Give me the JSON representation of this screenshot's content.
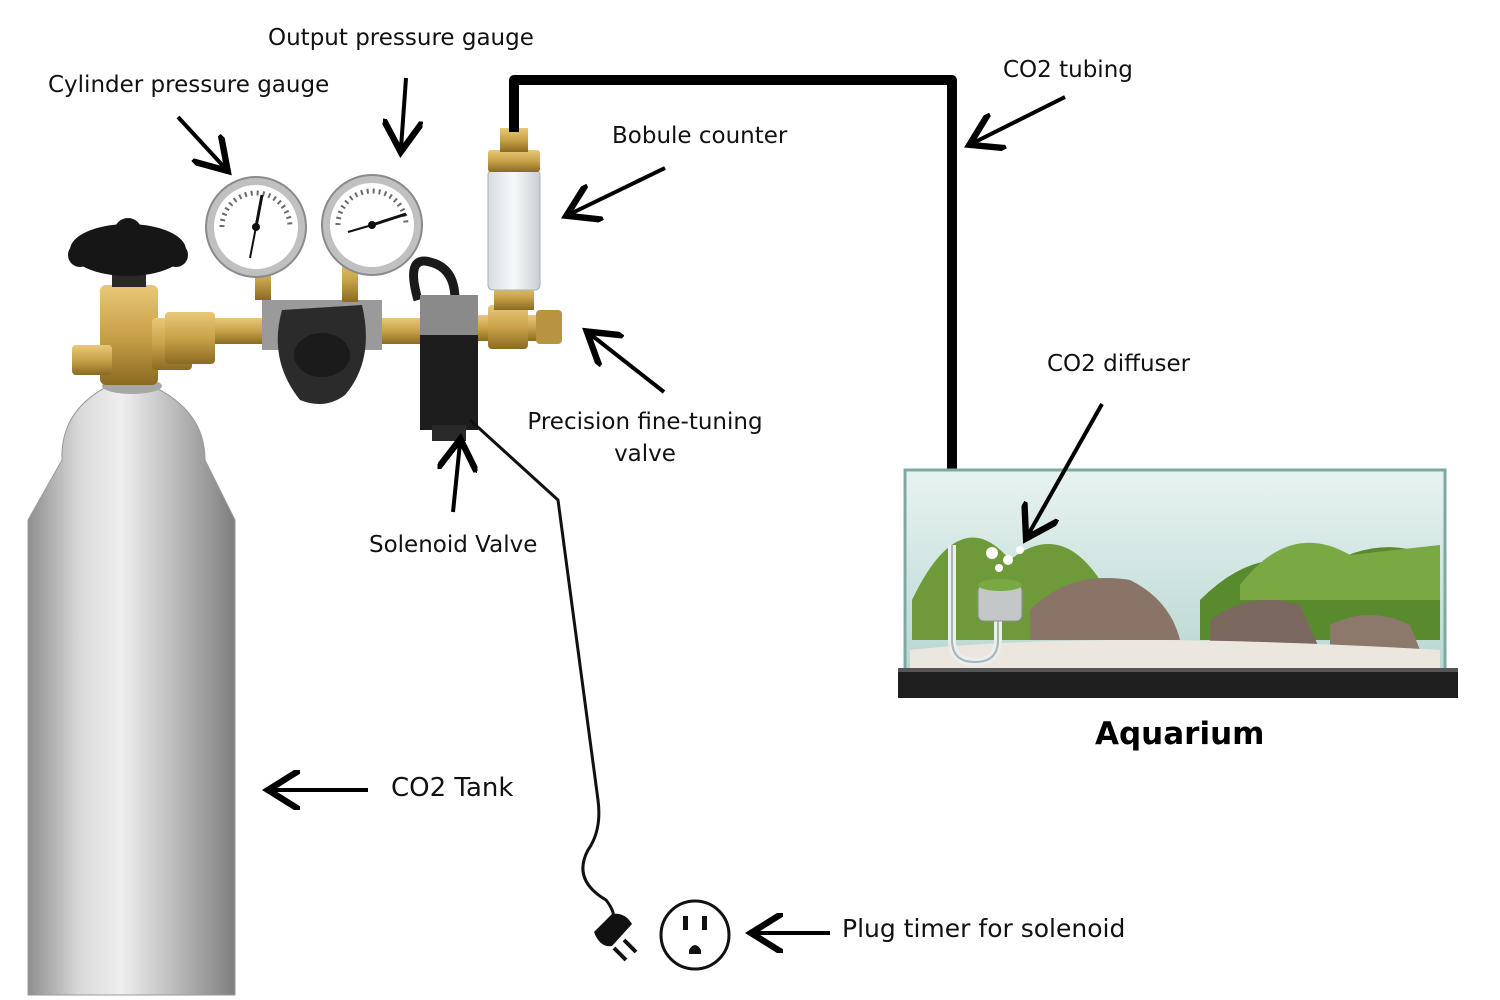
{
  "labels": {
    "output_gauge": "Output pressure gauge",
    "cylinder_gauge": "Cylinder pressure gauge",
    "bubble_counter": "Bobule counter",
    "tubing": "CO2 tubing",
    "diffuser": "CO2 diffuser",
    "fine_valve_line1": "Precision fine-tuning",
    "fine_valve_line2": "valve",
    "solenoid": "Solenoid Valve",
    "tank": "CO2 Tank",
    "plug_timer": "Plug timer for solenoid",
    "aquarium": "Aquarium"
  },
  "colors": {
    "tubing": "#000000",
    "brass": "#c9a24a",
    "aluminum": "#bdbdbd",
    "water": "#cfe6e3",
    "plant_green": "#5a8a2e"
  }
}
